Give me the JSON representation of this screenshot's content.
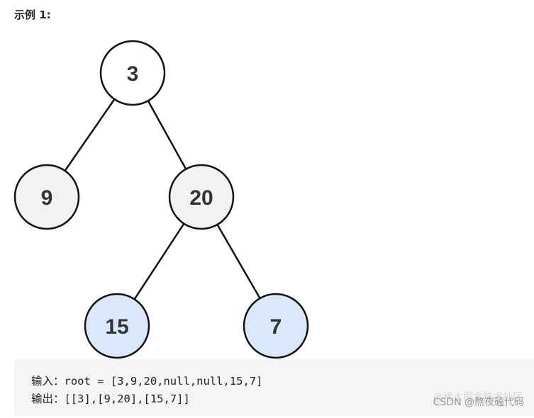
{
  "heading": "示例 1:",
  "tree": {
    "nodes": [
      {
        "id": "n3",
        "label": "3",
        "fill": "#ffffff"
      },
      {
        "id": "n9",
        "label": "9",
        "fill": "#f2f2f2"
      },
      {
        "id": "n20",
        "label": "20",
        "fill": "#f2f2f2"
      },
      {
        "id": "n15",
        "label": "15",
        "fill": "#dae8fc"
      },
      {
        "id": "n7",
        "label": "7",
        "fill": "#dae8fc"
      }
    ],
    "edges": [
      [
        "n3",
        "n9"
      ],
      [
        "n3",
        "n20"
      ],
      [
        "n20",
        "n15"
      ],
      [
        "n20",
        "n7"
      ]
    ]
  },
  "code": {
    "input_line": "输入：root = [3,9,20,null,null,15,7]",
    "output_line": "输出：[[3],[9,20],[15,7]]"
  },
  "watermark": {
    "ghost_text": "@稀土掘金技术社区",
    "text": "CSDN @熬夜磕代码"
  }
}
